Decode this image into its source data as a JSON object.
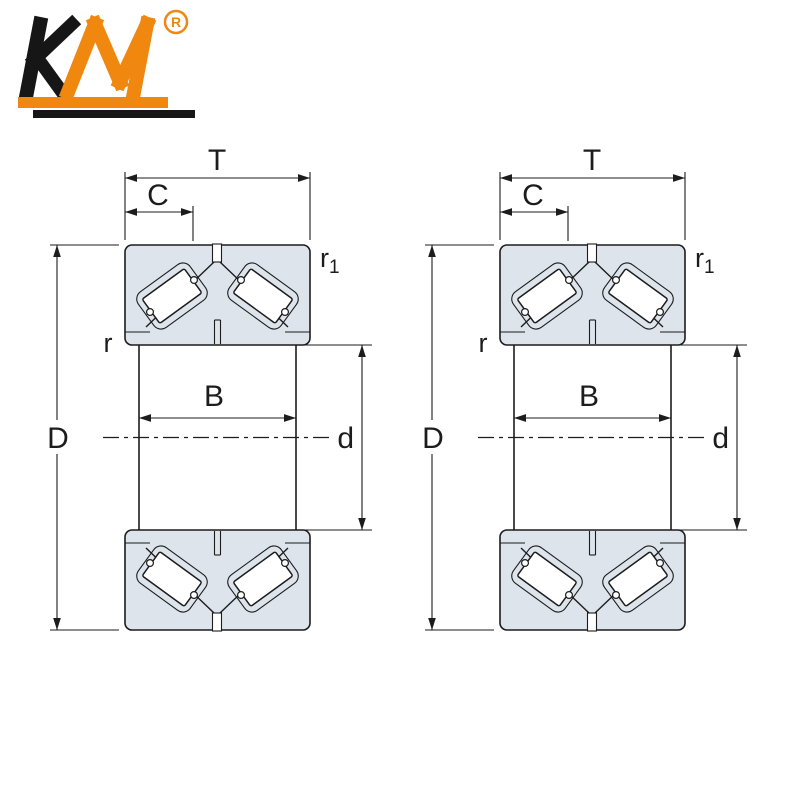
{
  "logo": {
    "text": "KM",
    "letter_k": "K",
    "letter_m": "M",
    "registered": "R",
    "orange": "#f0870f",
    "black": "#161616"
  },
  "drawing": {
    "section_fill": "#dde4ec",
    "line_color": "#1c1c1c",
    "labels": {
      "total_width": "T",
      "cup_width": "C",
      "chamfer_outer": "r",
      "chamfer_outer_sub": "1",
      "chamfer_inner": "r",
      "inner_ring_width": "B",
      "outside_diameter": "D",
      "bore_diameter": "d"
    },
    "views": [
      "left-bearing",
      "right-bearing"
    ]
  }
}
